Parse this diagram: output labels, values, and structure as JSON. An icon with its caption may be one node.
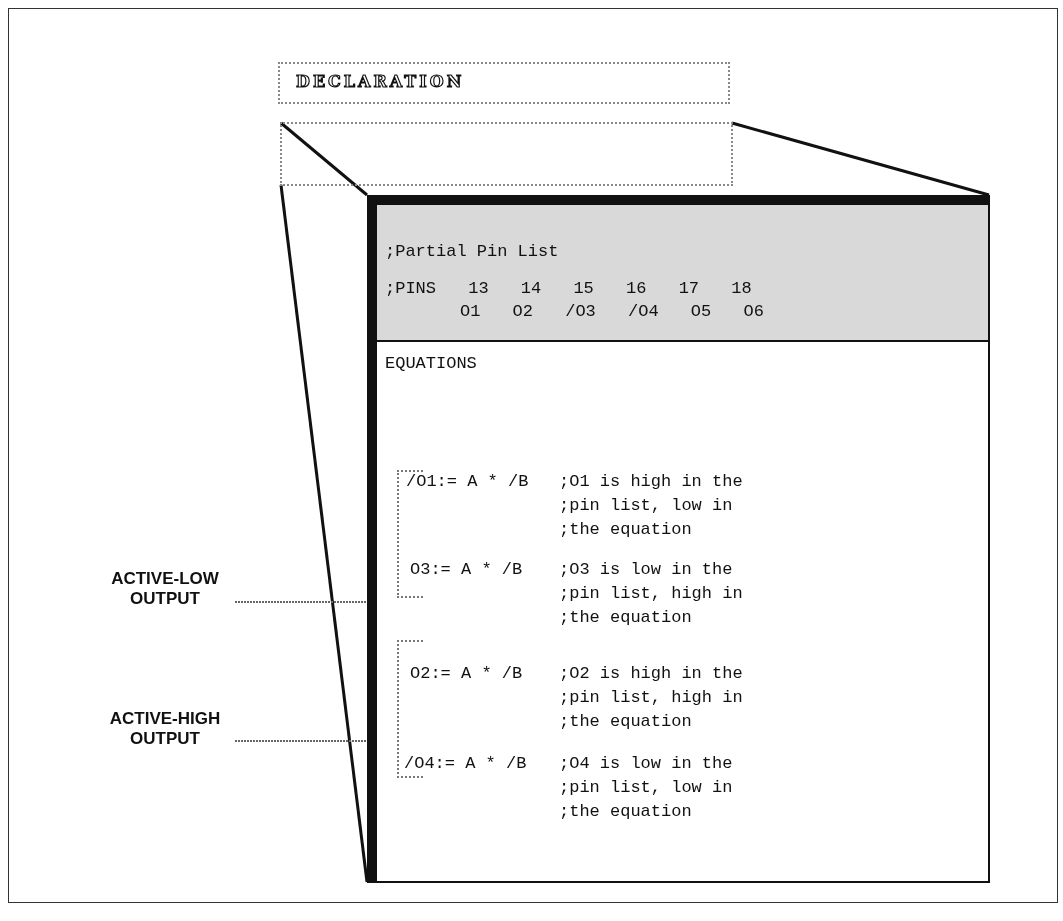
{
  "diagram": {
    "nodes": [
      {
        "text": [
          "DECLARATION"
        ]
      },
      {
        "text": [],
        "shape": "box"
      },
      {
        "text": [],
        "shape": "box"
      },
      {
        "text": [
          ";Partial Pin List",
          ";PINS 13 14 15 16 17 18",
          "O1 O2 /O3 /O4 O5 O6"
        ],
        "in": 2
      },
      {
        "text": [
          "EQUATIONS"
        ],
        "in": 2
      },
      {
        "text": [
          "ACTIVE-LOW OUTPUT"
        ]
      },
      {
        "text": [],
        "shape": "bracket",
        "in": 4
      },
      {
        "text": [
          "ACTIVE-HIGH OUTPUT"
        ]
      },
      {
        "text": [],
        "shape": "bracket",
        "in": 4
      }
    ],
    "edges": [
      {
        "from": 1,
        "to": 2,
        "arrow": "none"
      },
      {
        "from": 1,
        "to": 2,
        "arrow": "none"
      },
      {
        "from": 1,
        "to": 2,
        "arrow": "none"
      },
      {
        "from": 5,
        "to": 6,
        "arrow": "none",
        "style": "dashed"
      },
      {
        "from": 7,
        "to": 8,
        "arrow": "none",
        "style": "dashed"
      }
    ],
    "labels": [
      "/O1:= A * /B",
      ";O1 is high in the ;pin list, low in ;the equation",
      "O3:= A * /B",
      ";O3 is low in the ;pin list, high in ;the equation",
      "O2:= A * /B",
      ";O2 is high in the ;pin list, high in ;the equation",
      "/O4:= A * /B",
      ";O4 is low in the ;pin list, low in ;the equation"
    ]
  }
}
